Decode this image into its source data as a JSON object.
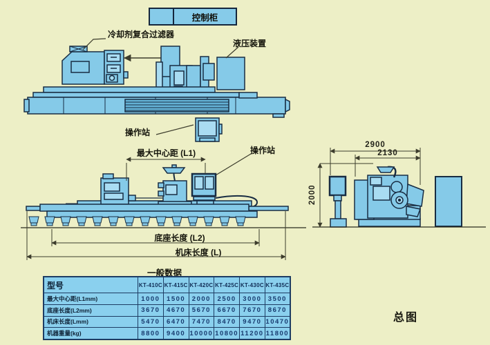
{
  "colors": {
    "background": "#edefc6",
    "machine_fill": "#85cae8",
    "machine_fill_light": "#a9dcf2",
    "machine_fill_dark": "#64b2d6",
    "outline": "#182c42",
    "dimension_line": "#3c3c2c",
    "table_fill": "#8ad0ee",
    "table_border": "#1d3c63",
    "text": "#15150c"
  },
  "labels": {
    "control_cabinet": "控制柜",
    "coolant_filter": "冷却剂复合过滤器",
    "hydraulic_unit": "液压装置",
    "operator_station_top_view": "操作站",
    "operator_station_front_view": "操作站",
    "general_data_title": "一般数据",
    "drawing_title": "总图"
  },
  "dimensions": {
    "max_center_distance": "最大中心距 (L1)",
    "base_length": "底座长度 (L2)",
    "machine_length": "机床长度 (L)",
    "overall_width": "2900",
    "inner_width": "2130",
    "height": "2000"
  },
  "table": {
    "model_header": "型号",
    "models": [
      "KT-410C",
      "KT-415C",
      "KT-420C",
      "KT-425C",
      "KT-430C",
      "KT-435C"
    ],
    "rows": [
      {
        "label": "最大中心距(L1mm)",
        "values": [
          "1000",
          "1500",
          "2000",
          "2500",
          "3000",
          "3500"
        ]
      },
      {
        "label": "底座长度(L2mm)",
        "values": [
          "3670",
          "4670",
          "5670",
          "6670",
          "7670",
          "8670"
        ]
      },
      {
        "label": "机床长度(Lmm)",
        "values": [
          "5470",
          "6470",
          "7470",
          "8470",
          "9470",
          "10470"
        ]
      },
      {
        "label": "机器重量(kg)",
        "values": [
          "8800",
          "9400",
          "10000",
          "10800",
          "11200",
          "11800"
        ]
      }
    ]
  }
}
